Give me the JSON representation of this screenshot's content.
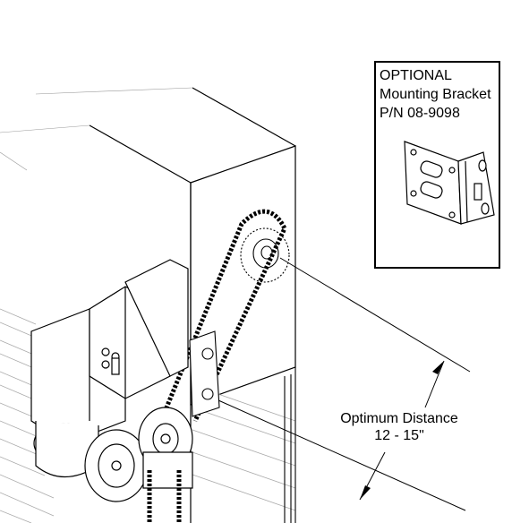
{
  "inset": {
    "line1": "OPTIONAL",
    "line2": "Mounting Bracket",
    "line3": "P/N 08-9098"
  },
  "dimension": {
    "label_line1": "Optimum Distance",
    "label_line2": "12 - 15\""
  },
  "colors": {
    "line": "#000000",
    "background": "#ffffff"
  }
}
